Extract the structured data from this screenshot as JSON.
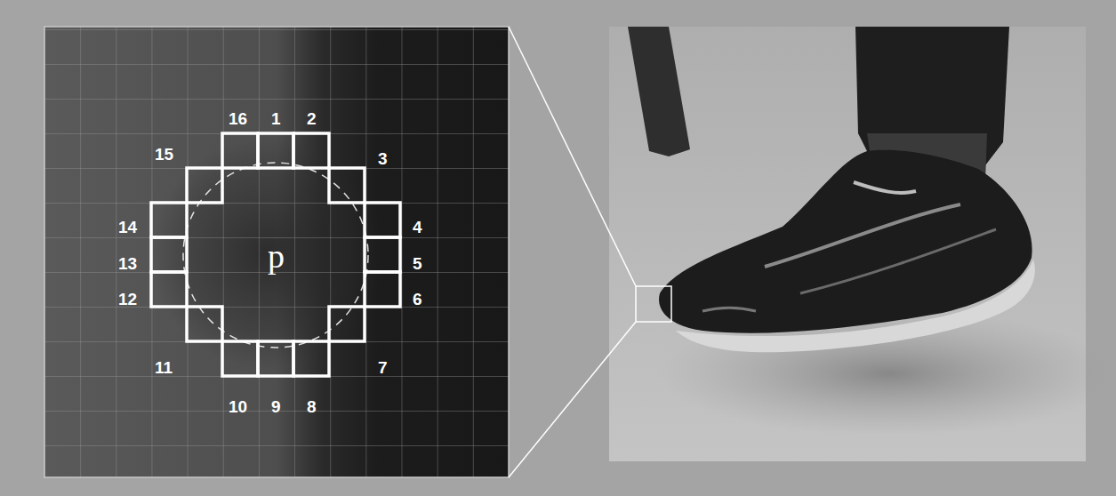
{
  "diagram": {
    "labels": [
      "1",
      "2",
      "3",
      "4",
      "5",
      "6",
      "7",
      "8",
      "9",
      "10",
      "11",
      "12",
      "13",
      "14",
      "15",
      "16",
      "p"
    ]
  }
}
